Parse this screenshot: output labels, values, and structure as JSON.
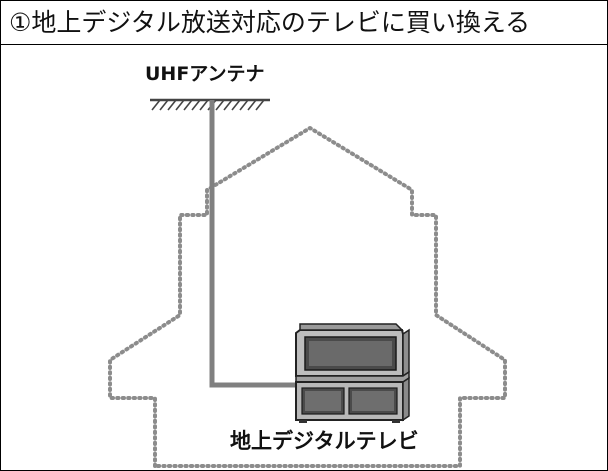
{
  "title": "①地上デジタル放送対応のテレビに買い換える",
  "labels": {
    "antenna": "UHFアンテナ",
    "tv": "地上デジタルテレビ"
  },
  "icons": {
    "antenna": "antenna-icon",
    "tv": "television-icon",
    "house": "house-outline"
  },
  "colors": {
    "cable": "#808080",
    "outline_dots": "#8c8c8c",
    "tv_body": "#b5b5b5",
    "tv_dark": "#3f3f3f",
    "text": "#111111"
  }
}
